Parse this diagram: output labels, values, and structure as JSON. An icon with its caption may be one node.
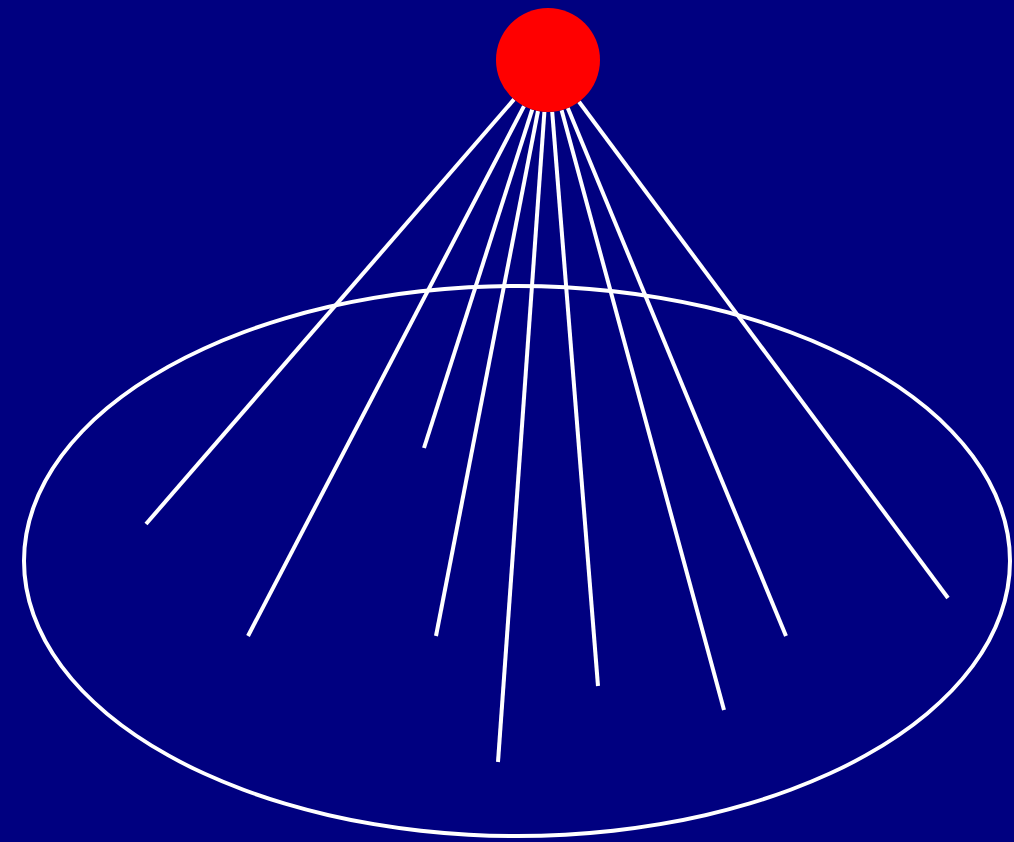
{
  "diagram": {
    "nodes": [
      {
        "text": [],
        "shape": "circle"
      },
      {
        "text": [],
        "shape": "ellipse"
      }
    ],
    "edges": [
      {
        "from": 0,
        "to": 1,
        "arrow": "none"
      },
      {
        "from": 0,
        "to": 1,
        "arrow": "none"
      },
      {
        "from": 0,
        "to": 1,
        "arrow": "none"
      },
      {
        "from": 0,
        "to": 1,
        "arrow": "none"
      },
      {
        "from": 0,
        "to": 1,
        "arrow": "none"
      },
      {
        "from": 0,
        "to": 1,
        "arrow": "none"
      },
      {
        "from": 0,
        "to": 1,
        "arrow": "none"
      },
      {
        "from": 0,
        "to": 1,
        "arrow": "none"
      },
      {
        "from": 0,
        "to": 1,
        "arrow": "none"
      }
    ]
  }
}
